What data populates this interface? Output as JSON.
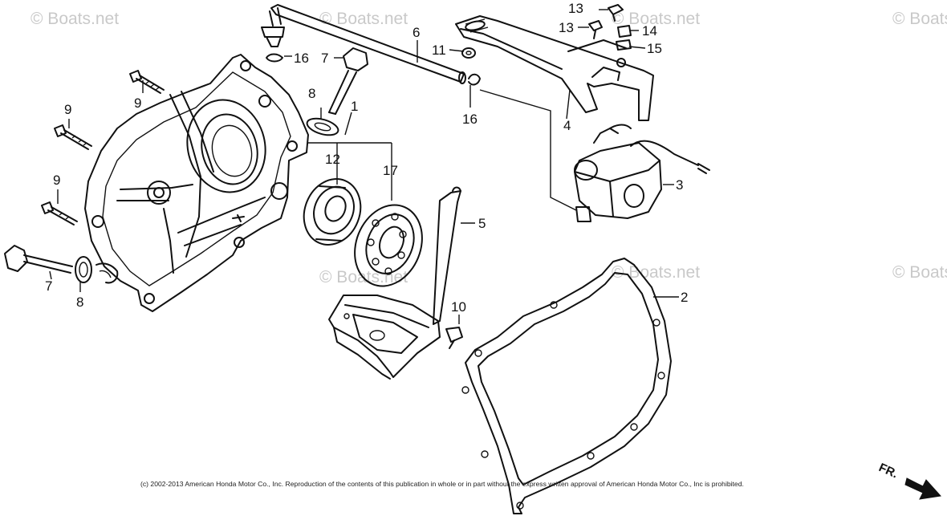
{
  "watermarks": [
    "© Boats.net",
    "© Boats.net",
    "© Boats.net",
    "© Boats.net",
    "© Boats.net",
    "© Boats.net",
    "© Boats.net"
  ],
  "callouts": [
    "1",
    "2",
    "3",
    "4",
    "5",
    "6",
    "7",
    "7",
    "8",
    "8",
    "9",
    "9",
    "9",
    "10",
    "11",
    "12",
    "13",
    "13",
    "14",
    "15",
    "16",
    "16",
    "17"
  ],
  "copyright": "(c) 2002-2013 American Honda Motor Co., Inc. Reproduction of the contents of this publication in whole or in part without the express written approval of American Honda Motor Co., Inc is prohibited.",
  "direction_label": "FR.",
  "colors": {
    "line": "#111111",
    "watermark": "#c9c9c9",
    "background": "#ffffff"
  }
}
